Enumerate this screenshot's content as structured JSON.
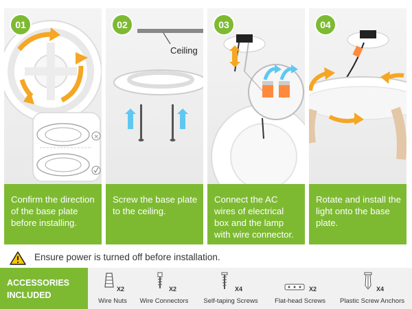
{
  "steps": [
    {
      "number": "01",
      "caption": "Confirm the direction of the base plate before installing."
    },
    {
      "number": "02",
      "caption": "Screw the base plate to the ceiling.",
      "label": "Ceiling"
    },
    {
      "number": "03",
      "caption": "Connect the AC wires of electrical box and the lamp with wire connector."
    },
    {
      "number": "04",
      "caption": "Rotate and install the light onto the base plate."
    }
  ],
  "warning": {
    "icon": "warning-triangle-icon",
    "text": "Ensure power is turned off before installation."
  },
  "accessories": {
    "title_line1": "ACCESSORIES",
    "title_line2": "INCLUDED",
    "items": [
      {
        "label": "Wire Nuts",
        "qty": "X2",
        "icon": "wire-nut-icon"
      },
      {
        "label": "Wire Connectors",
        "qty": "X2",
        "icon": "wire-connector-icon"
      },
      {
        "label": "Self-taping Screws",
        "qty": "X4",
        "icon": "self-tapping-screw-icon"
      },
      {
        "label": "Flat-head Screws",
        "qty": "X2",
        "icon": "flat-head-screw-icon"
      },
      {
        "label": "Plastic Screw Anchors",
        "qty": "X4",
        "icon": "screw-anchor-icon"
      }
    ]
  },
  "colors": {
    "accent": "#7dba32",
    "arrow_orange": "#f5a623",
    "arrow_blue": "#5ec8f2"
  }
}
